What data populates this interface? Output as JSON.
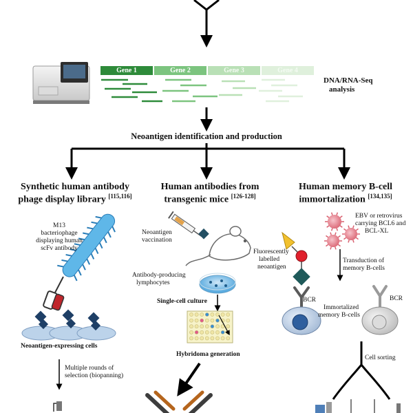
{
  "pipeline": {
    "seq_label_line1": "DNA/RNA-Seq",
    "seq_label_line2": "analysis",
    "genes": [
      "Gene 1",
      "Gene 2",
      "Gene 3",
      "Gene 4"
    ],
    "gene_colors": [
      "#2e8b3a",
      "#7cc47f",
      "#b9e0b6",
      "#dff0dc"
    ],
    "main_step": "Neoantigen identification and production"
  },
  "branches": [
    {
      "title_line1": "Synthetic human antibody",
      "title_line2": "phage display library",
      "refs": "[115,116]",
      "labels": {
        "phage_line1": "M13",
        "phage_line2": "bacteriophage",
        "phage_line3": "displaying human",
        "phage_line4": "scFv antibody",
        "cells": "Neoantigen-expressing cells",
        "rounds_line1": "Multiple rounds of",
        "rounds_line2": "selection (biopanning)"
      }
    },
    {
      "title_line1": "Human antibodies from",
      "title_line2": "transgenic mice",
      "refs": "[126-128]",
      "labels": {
        "vacc_line1": "Neoantigen",
        "vacc_line2": "vaccination",
        "lymph_line1": "Antibody-producing",
        "lymph_line2": "lymphocytes",
        "culture": "Single-cell culture",
        "hybridoma": "Hybridoma generation"
      }
    },
    {
      "title_line1": "Human memory B-cell",
      "title_line2": "immortalization",
      "refs": "[134,135]",
      "labels": {
        "virus_line1": "EBV or retrovirus",
        "virus_line2": "carrying BCL6 and",
        "virus_line3": "BCL-XL",
        "fluor_line1": "Fluorescently",
        "fluor_line2": "labelled",
        "fluor_line3": "neoantigen",
        "transd_line1": "Transduction of",
        "transd_line2": "memory B-cells",
        "bcr_left": "BCR",
        "bcr_right": "BCR",
        "immort_line1": "Immortalized",
        "immort_line2": "memory B-cells",
        "sorting": "Cell sorting"
      }
    }
  ]
}
